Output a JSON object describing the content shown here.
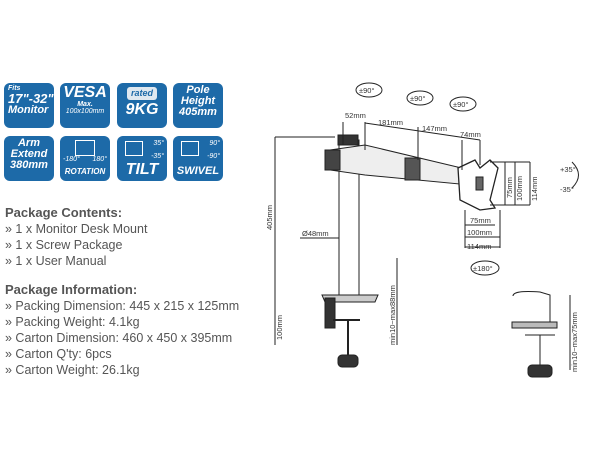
{
  "badges": [
    {
      "small": "Fits",
      "mid": "17\"-32\"",
      "bottom": "Monitor"
    },
    {
      "large": "VESA",
      "small": "Max.",
      "tiny": "100x100mm"
    },
    {
      "label": "rated",
      "value": "9KG"
    },
    {
      "line1": "Pole",
      "line2": "Height",
      "line3": "405mm"
    },
    {
      "line1": "Arm",
      "line2": "Extend",
      "line3": "380mm"
    },
    {
      "left": "-180°",
      "right": "180°",
      "bottom": "ROTATION"
    },
    {
      "up": "35°",
      "down": "-35°",
      "bottom": "TILT"
    },
    {
      "up": "90°",
      "down": "-90°",
      "bottom": "SWIVEL"
    }
  ],
  "package_contents": {
    "title": "Package Contents:",
    "items": [
      "» 1 x Monitor Desk Mount",
      "» 1 x Screw Package",
      "» 1 x User Manual"
    ]
  },
  "package_info": {
    "title": "Package Information:",
    "items": [
      "» Packing Dimension: 445 x 215 x 125mm",
      "» Packing Weight: 4.1kg",
      "» Carton Dimension: 460 x 450 x 395mm",
      "» Carton Q'ty: 6pcs",
      "» Carton Weight: 26.1kg"
    ]
  },
  "diagram": {
    "rot1": "±90°",
    "rot2": "±90°",
    "rot3": "±90°",
    "rot4": "±180°",
    "d52": "52mm",
    "d181": "181mm",
    "d147": "147mm",
    "d74": "74mm",
    "h75": "75mm",
    "h100": "100mm",
    "h114": "114mm",
    "w75": "75mm",
    "w100": "100mm",
    "w114": "114mm",
    "tilt_up": "+35°",
    "tilt_down": "-35°",
    "pole_h": "405mm",
    "pole_d": "Ø48mm",
    "clamp1": "min10~max88mm",
    "base_h": "100mm",
    "clamp2": "min10~max75mm"
  }
}
